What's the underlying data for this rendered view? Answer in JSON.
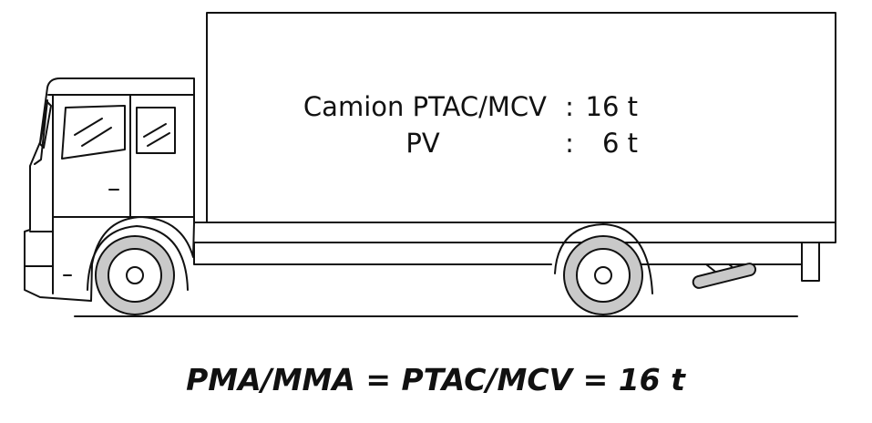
{
  "specs": [
    {
      "label": "Camion PTAC/MCV",
      "separator": ":",
      "value": "16 t"
    },
    {
      "label": "PV",
      "separator": ":",
      "value": "6 t"
    }
  ],
  "formula": "PMA/MMA = PTAC/MCV = 16 t",
  "colors": {
    "line": "#111111",
    "tire": "#c9c9c9",
    "background": "#ffffff"
  }
}
